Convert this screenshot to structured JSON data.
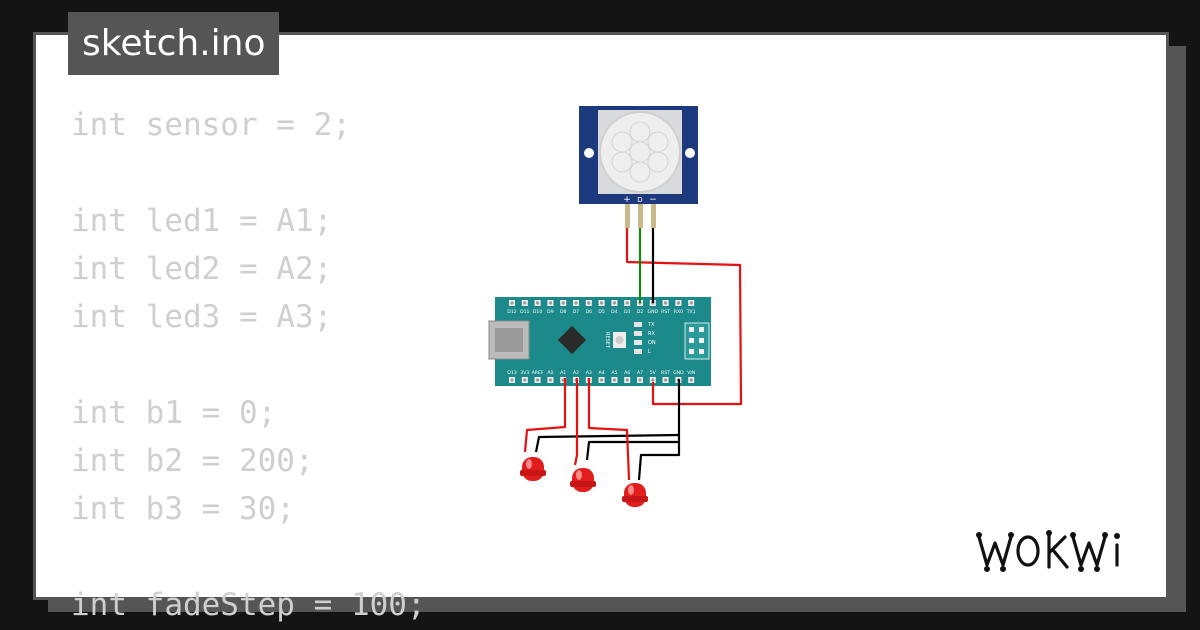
{
  "file_tab": {
    "label": "sketch.ino"
  },
  "code_lines": [
    "int sensor = 2;",
    "",
    "int led1 = A1;",
    "int led2 = A2;",
    "int led3 = A3;",
    "",
    "int b1 = 0;",
    "int b2 = 200;",
    "int b3 = 30;",
    "",
    "int fadeStep = 100;"
  ],
  "pir_sensor": {
    "pin_labels": [
      "+",
      "D",
      "−"
    ]
  },
  "arduino_nano": {
    "top_pins": [
      "D12",
      "D11",
      "D10",
      "D9",
      "D8",
      "D7",
      "D6",
      "D5",
      "D4",
      "D3",
      "D2",
      "GND",
      "RST",
      "RX0",
      "TX1"
    ],
    "bottom_pins": [
      "D13",
      "3V3",
      "AREF",
      "A0",
      "A1",
      "A2",
      "A3",
      "A4",
      "A5",
      "A6",
      "A7",
      "5V",
      "RST",
      "GND",
      "VIN"
    ],
    "reset_label": "RESET",
    "led_labels": [
      "TX",
      "RX",
      "ON",
      "L"
    ]
  },
  "leds": {
    "color": "#e11d1d",
    "count": 3
  },
  "brand": {
    "logo_text": "WOKWi"
  },
  "colors": {
    "background": "#141414",
    "frame": "#555555",
    "code_text": "#cfcfcf",
    "wire_red": "#e81010",
    "wire_green": "#0f8a0f",
    "wire_black": "#000000",
    "pcb": "#1c8a8a",
    "pir_board": "#1d3a7e"
  }
}
